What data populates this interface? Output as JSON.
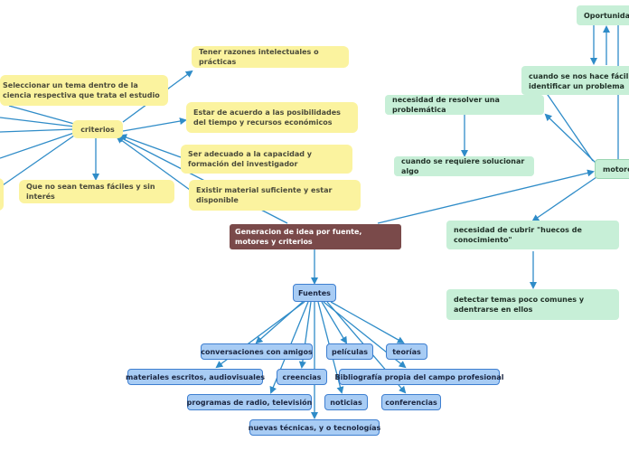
{
  "root": "Generacion de idea por fuente, motores y criterios",
  "criterios": {
    "label": "criterios",
    "items": [
      "Tener razones intelectuales o prácticas",
      "Seleccionar un tema dentro de la ciencia respectiva que trata el estudio",
      "Estar de acuerdo a las posibilidades del tiempo y recursos económicos",
      "Ser adecuado a la capacidad y formación del investigador",
      "Existir material suficiente y estar disponible",
      "Que no sean temas fáciles y sin interés"
    ]
  },
  "motores": {
    "label": "motores",
    "items": [
      "Oportunidad",
      "cuando se nos hace fácil identificar un problema",
      "necesidad de resolver una problemática",
      "cuando se requiere solucionar algo",
      "necesidad de cubrir \"huecos de conocimiento\"",
      "detectar temas poco comunes y adentrarse en ellos"
    ]
  },
  "fuentes": {
    "label": "Fuentes",
    "items": [
      "conversaciones con amigos",
      "películas",
      "teorías",
      "materiales escritos, audiovisuales",
      "creencias",
      "Bibliografía propia del campo profesional",
      "programas de radio, televisión",
      "noticias",
      "conferencias",
      "nuevas técnicas, y o tecnologías"
    ]
  },
  "colors": {
    "yellow": "#fbf39f",
    "green": "#c7efd7",
    "blue": "#a8ccf4",
    "root": "#7a4a4a",
    "connector": "#2f8cc8"
  }
}
